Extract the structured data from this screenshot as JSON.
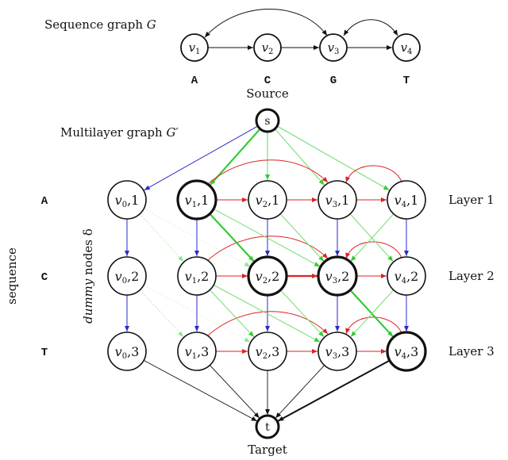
{
  "sequence_graph": {
    "title": "Sequence graph",
    "title_symbol": "G",
    "nodes": [
      {
        "id": "v1",
        "label": "v",
        "sub": "1",
        "letter": "A"
      },
      {
        "id": "v2",
        "label": "v",
        "sub": "2",
        "letter": "C"
      },
      {
        "id": "v3",
        "label": "v",
        "sub": "3",
        "letter": "G"
      },
      {
        "id": "v4",
        "label": "v",
        "sub": "4",
        "letter": "T"
      }
    ],
    "edges": [
      {
        "from": "v1",
        "to": "v2",
        "type": "straight"
      },
      {
        "from": "v2",
        "to": "v3",
        "type": "straight"
      },
      {
        "from": "v3",
        "to": "v4",
        "type": "straight"
      },
      {
        "from": "v3",
        "to": "v1",
        "type": "arc"
      },
      {
        "from": "v1",
        "to": "v3",
        "type": "arc"
      },
      {
        "from": "v3",
        "to": "v4",
        "type": "arc-bidir"
      }
    ]
  },
  "multilayer_graph": {
    "title": "Multilayer graph",
    "title_symbol": "G′",
    "source_label": "Source",
    "target_label": "Target",
    "source_node": "s",
    "target_node": "t",
    "sequence_axis_label": "sequence",
    "dummy_label_italic": "dummy",
    "dummy_label_rest": "nodes δ",
    "rows": [
      {
        "letter": "A",
        "layer_label": "Layer 1",
        "layer": 1
      },
      {
        "letter": "C",
        "layer_label": "Layer 2",
        "layer": 2
      },
      {
        "letter": "T",
        "layer_label": "Layer 3",
        "layer": 3
      }
    ],
    "columns": [
      "0",
      "1",
      "2",
      "3",
      "4"
    ],
    "bold_nodes": [
      "1,1",
      "2,2",
      "3,2",
      "4,3"
    ],
    "colors": {
      "blue": "#2a2acc",
      "green": "#33cc33",
      "green_light": "#7be07b",
      "red": "#dd2222",
      "black": "#111111"
    }
  }
}
